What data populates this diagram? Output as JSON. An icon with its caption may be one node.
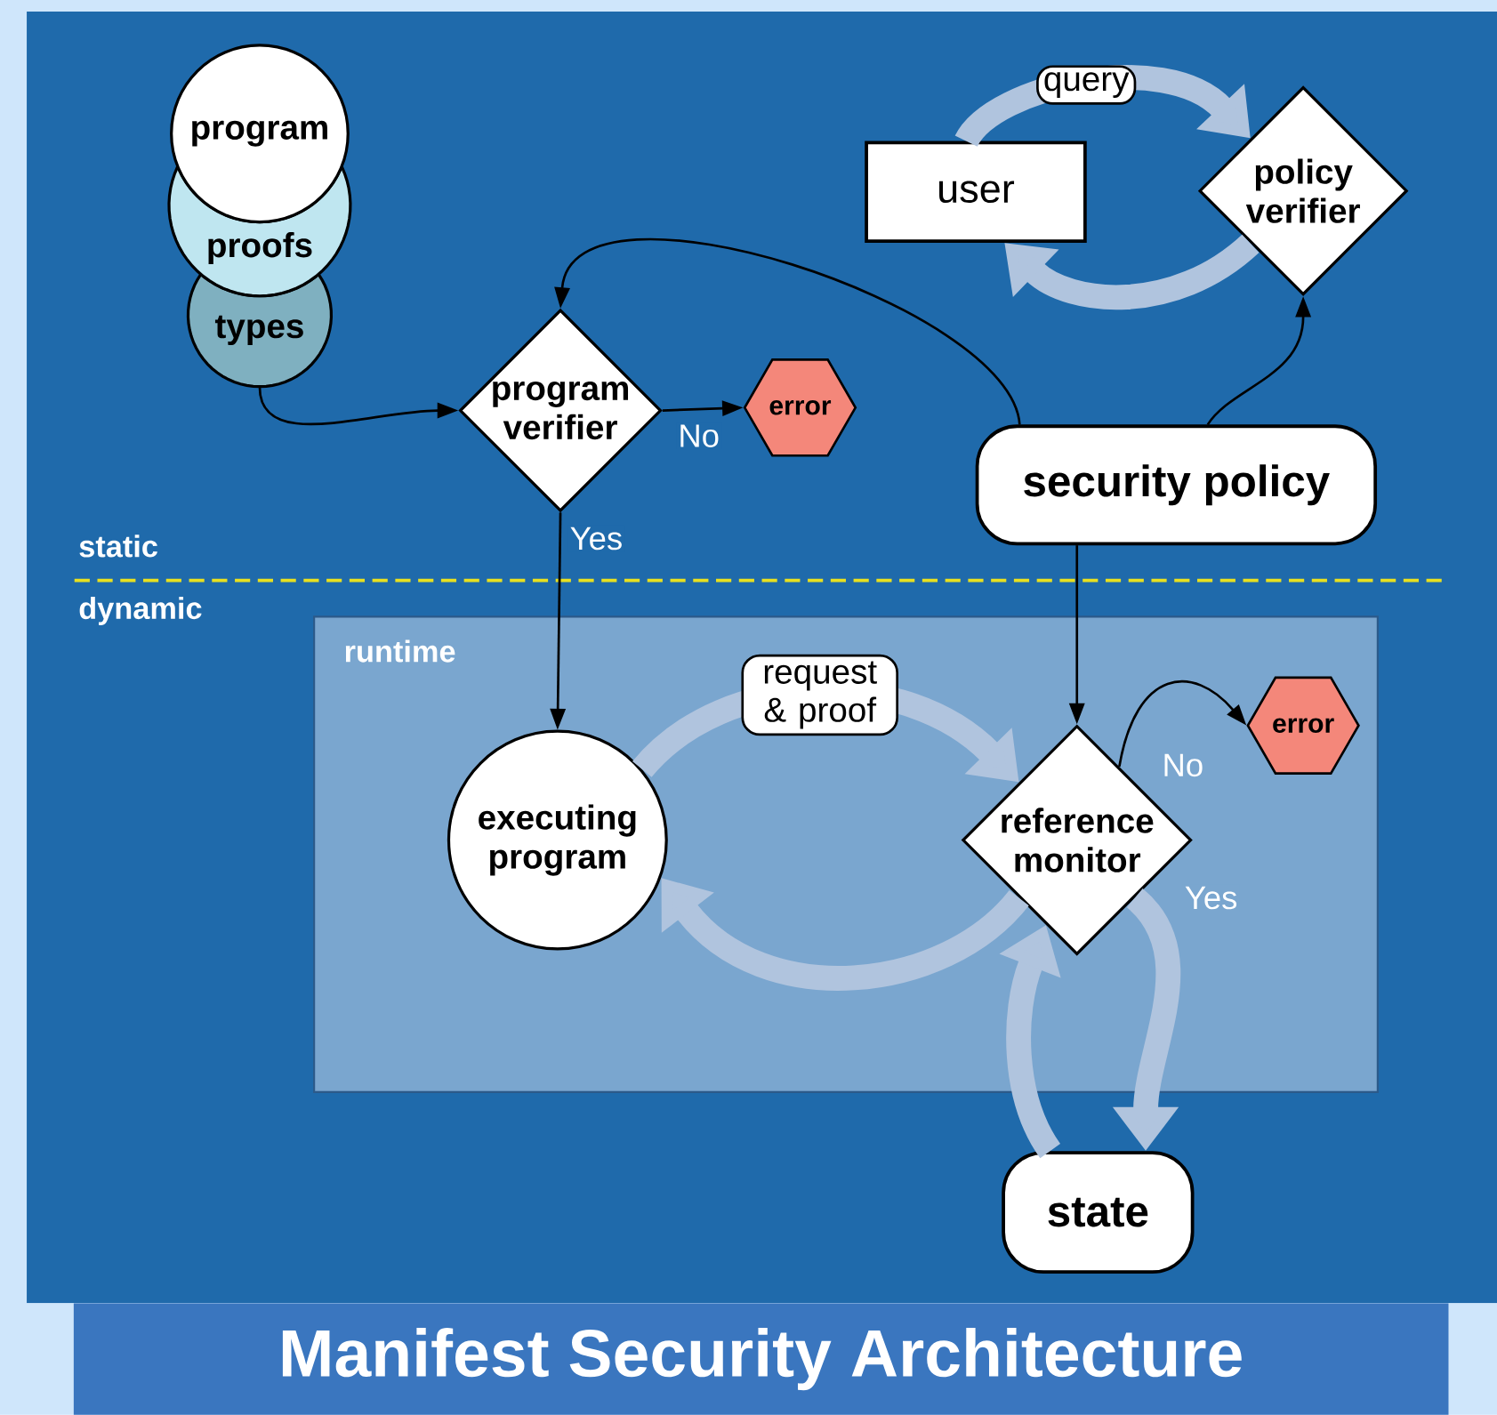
{
  "diagram": {
    "title": "Manifest Security Architecture",
    "nodes": [
      {
        "text": [
          "program"
        ]
      },
      {
        "text": [
          "proofs"
        ]
      },
      {
        "text": [
          "types"
        ]
      },
      {
        "text": [
          "program verifier"
        ]
      },
      {
        "text": [
          "error"
        ]
      },
      {
        "text": [
          "user"
        ]
      },
      {
        "text": [
          "policy verifier"
        ]
      },
      {
        "text": [
          "security policy"
        ]
      },
      {
        "text": [
          "runtime"
        ]
      },
      {
        "text": [
          "executing program"
        ],
        "in": 8
      },
      {
        "text": [
          "reference monitor"
        ],
        "in": 8
      },
      {
        "text": [
          "error"
        ],
        "in": 8
      },
      {
        "text": [
          "state"
        ]
      }
    ],
    "edges": [
      {
        "from": 2,
        "to": 3,
        "arrow": "to"
      },
      {
        "from": 3,
        "to": 4,
        "arrow": "to",
        "label": "No"
      },
      {
        "from": 3,
        "to": 9,
        "arrow": "to",
        "label": "Yes"
      },
      {
        "from": 7,
        "to": 3,
        "arrow": "to"
      },
      {
        "from": 7,
        "to": 6,
        "arrow": "to"
      },
      {
        "from": 7,
        "to": 10,
        "arrow": "to"
      },
      {
        "from": 5,
        "to": 6,
        "arrow": "to",
        "label": "query",
        "style": "thick",
        "color": "#b0c4de"
      },
      {
        "from": 6,
        "to": 5,
        "arrow": "to",
        "style": "thick",
        "color": "#b0c4de"
      },
      {
        "from": 9,
        "to": 10,
        "arrow": "to",
        "label": "request & proof",
        "style": "thick",
        "color": "#b0c4de"
      },
      {
        "from": 10,
        "to": 9,
        "arrow": "to",
        "style": "thick",
        "color": "#b0c4de"
      },
      {
        "from": 10,
        "to": 11,
        "arrow": "to",
        "label": "No"
      },
      {
        "from": 10,
        "to": 12,
        "arrow": "to",
        "label": "Yes",
        "style": "thick",
        "color": "#b0c4de"
      },
      {
        "from": 12,
        "to": 10,
        "arrow": "to",
        "style": "thick",
        "color": "#b0c4de"
      }
    ],
    "labels": [
      "static",
      "dynamic"
    ]
  }
}
